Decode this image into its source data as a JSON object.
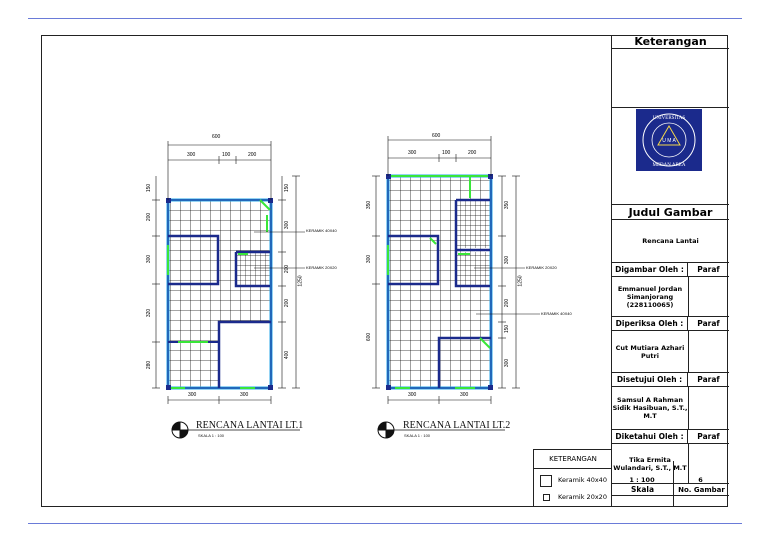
{
  "title_block": {
    "keterangan": "Keterangan",
    "judul_gambar": "Judul Gambar",
    "judul_value": "Rencana Lantai",
    "digambar_oleh": "Digambar Oleh :",
    "paraf": "Paraf",
    "digambar_name": "Emmanuel Jordan Simanjorang (228110065)",
    "diperiksa_oleh": "Diperiksa Oleh :",
    "diperiksa_name": "Cut Mutiara Azhari Putri",
    "disetujui_oleh": "Disetujui Oleh :",
    "disetujui_name": "Samsul A Rahman Sidik Hasibuan, S.T., M.T",
    "diketahui_oleh": "Diketahui Oleh :",
    "diketahui_name": "Tika Ermita Wulandari, S.T., M.T",
    "skala_label": "Skala",
    "skala_value": "1 : 100",
    "no_gambar_label": "No. Gambar",
    "no_gambar_value": "6"
  },
  "logo": {
    "text_top": "UNIVERSITAS",
    "text_bottom": "MEDAN AREA",
    "center": "U M A",
    "color": "#1b2a8c"
  },
  "legend": {
    "title": "KETERANGAN",
    "item1": "Keramik 40x40",
    "item2": "Keramik 20x20"
  },
  "plan1": {
    "title": "RENCANA LANTAI LT.1",
    "scale": "SKALA 1 : 100",
    "dim_total": "600",
    "dim_top": [
      "300",
      "100",
      "200"
    ],
    "dim_bottom": [
      "300",
      "300"
    ],
    "dim_left": [
      "150",
      "200",
      "300",
      "320",
      "280"
    ],
    "dim_right": [
      "150",
      "300",
      "200",
      "200",
      "400"
    ],
    "dim_right_total": "1250",
    "label_a": "KERAMIK 40X40",
    "label_b": "KERAMIK 20X20"
  },
  "plan2": {
    "title": "RENCANA LANTAI LT.2",
    "scale": "SKALA 1 : 100",
    "dim_total": "600",
    "dim_top": [
      "300",
      "100",
      "200"
    ],
    "dim_bottom": [
      "300",
      "300"
    ],
    "dim_left": [
      "350",
      "300",
      "600"
    ],
    "dim_right": [
      "350",
      "300",
      "200",
      "150",
      "300"
    ],
    "dim_right_total": "1250",
    "label_a": "KERAMIK 20X20",
    "label_b": "KERAMIK 40X40"
  },
  "colors": {
    "wall": "#1b2a8c",
    "wall_inner": "#2aa7e8",
    "door": "#39e639",
    "page_line": "#6a7bd8"
  }
}
